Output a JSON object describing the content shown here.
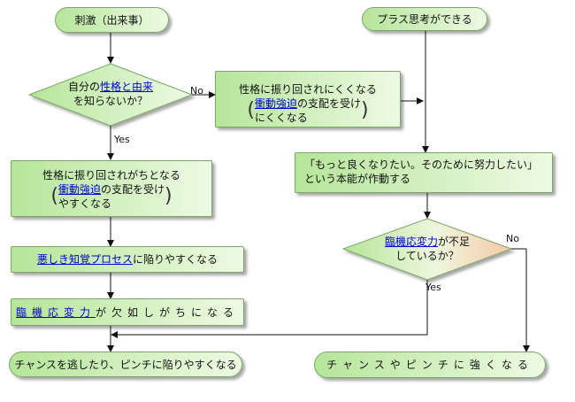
{
  "nodes": {
    "stimulus": "刺激（出来事）",
    "plus": "プラス思考ができる",
    "q1_pre": "自分の",
    "q1_link": "性格と由来",
    "q1_post": "を知らないか？",
    "no_branch_line1": "性格に振り回されにくくなる",
    "no_branch_link": "衝動強迫",
    "no_branch_mid": "の支配を受け",
    "no_branch_end": "にくくなる",
    "yes_branch_line1": "性格に振り回されがちとなる",
    "yes_branch_link": "衝動強迫",
    "yes_branch_mid": "の支配を受け",
    "yes_branch_end": "やすくなる",
    "instinct_line1": "「もっと良くなりたい。そのために努力したい」",
    "instinct_line2": "という本能が作動する",
    "bad_link": "悪しき知覚プロセス",
    "bad_post": "に陥りやすくなる",
    "q2_link": "臨機応変力",
    "q2_post": "が不足",
    "q2_line2": "しているか？",
    "lack_link": "臨機応変力",
    "lack_post": "が欠如しがちになる",
    "outcome_bad": "チャンスを逃したり、ピンチに陥りやすくなる",
    "outcome_good": "チャンスやピンチに強くなる"
  },
  "edge_labels": {
    "q1_no": "No",
    "q1_yes": "Yes",
    "q2_no": "No",
    "q2_yes": "Yes"
  },
  "colors": {
    "fill_left": "#b6e59a",
    "fill_right": "#eefae4",
    "border": "#7aa864",
    "link": "#0000cc",
    "decision2_right": "#f6c8a8"
  }
}
